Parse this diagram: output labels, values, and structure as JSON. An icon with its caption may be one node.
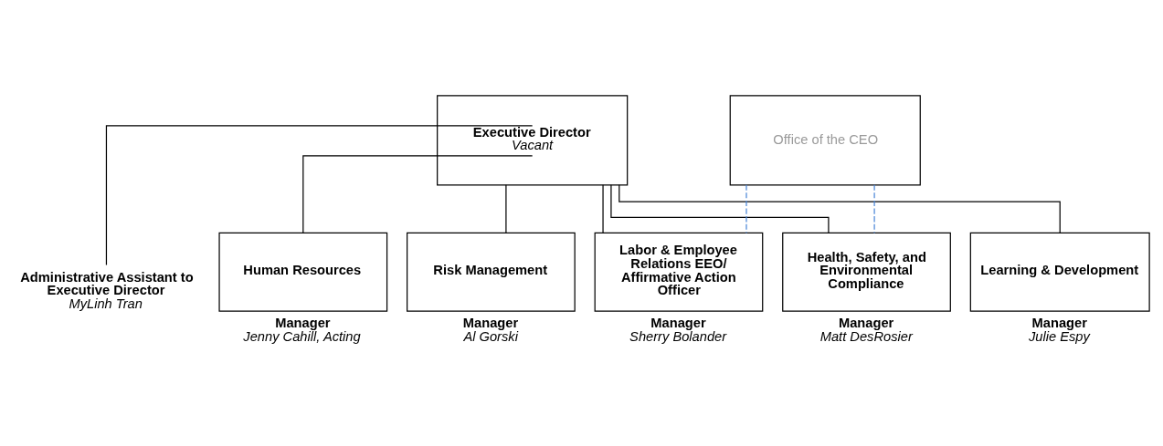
{
  "diagram": {
    "nodes": [
      {
        "text": [
          "Executive Director",
          "Vacant"
        ]
      },
      {
        "text": [
          "Office of the CEO"
        ]
      },
      {
        "text": [
          "Administrative Assistant to Executive Director",
          "MyLinh Tran"
        ]
      },
      {
        "text": [
          "Human Resources"
        ],
        "beside": [
          "Manager",
          "Jenny Cahill, Acting"
        ]
      },
      {
        "text": [
          "Risk Management"
        ],
        "beside": [
          "Manager",
          "Al Gorski"
        ]
      },
      {
        "text": [
          "Labor & Employee Relations EEO/ Affirmative Action Officer"
        ],
        "beside": [
          "Manager",
          "Sherry Bolander"
        ]
      },
      {
        "text": [
          "Health, Safety, and Environmental Compliance"
        ],
        "beside": [
          "Manager",
          "Matt DesRosier"
        ]
      },
      {
        "text": [
          "Learning & Development"
        ],
        "beside": [
          "Manager",
          "Julie Espy"
        ]
      }
    ],
    "edges": [
      {
        "from": 0,
        "to": 2,
        "arrow": "none"
      },
      {
        "from": 0,
        "to": 3,
        "arrow": "none"
      },
      {
        "from": 0,
        "to": 4,
        "arrow": "none"
      },
      {
        "from": 0,
        "to": 5,
        "arrow": "none"
      },
      {
        "from": 0,
        "to": 6,
        "arrow": "none"
      },
      {
        "from": 0,
        "to": 7,
        "arrow": "none"
      },
      {
        "from": 1,
        "to": 5,
        "arrow": "none",
        "style": "dashed",
        "color": "#4a86d8"
      },
      {
        "from": 1,
        "to": 6,
        "arrow": "none",
        "style": "dashed",
        "color": "#4a86d8"
      }
    ]
  }
}
